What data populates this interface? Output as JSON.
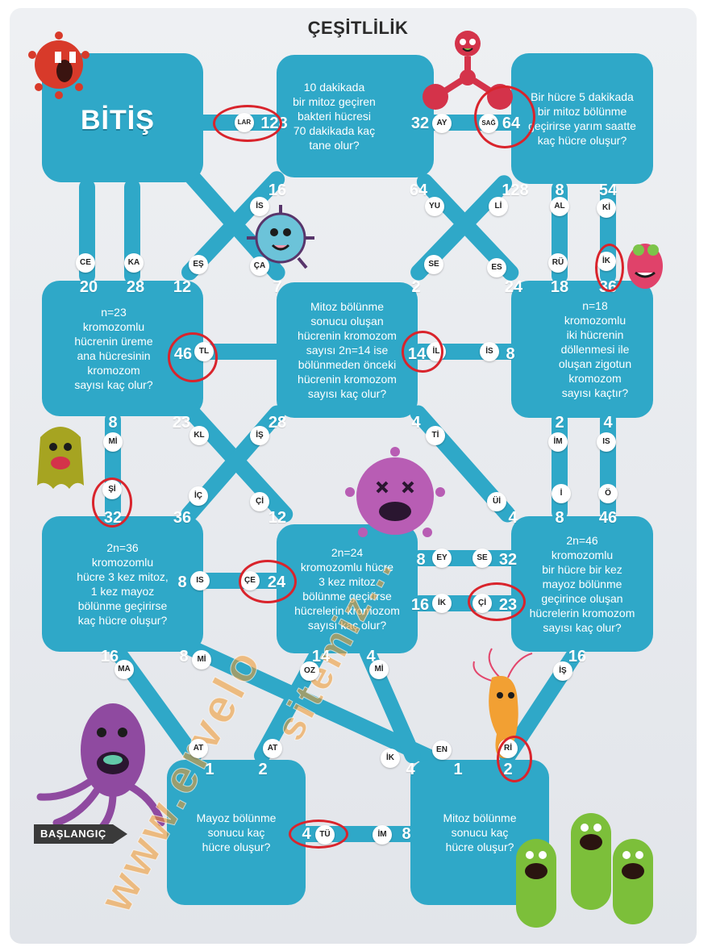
{
  "title": "ÇEŞİTLİLİK",
  "finish_label": "BİTİŞ",
  "start_label": "BAŞLANGIÇ",
  "watermarks": [
    "www.ervelo",
    "sitemiz..."
  ],
  "colors": {
    "path": "#2fa8c8",
    "ring": "#d9242c",
    "start": "#3a3a3a",
    "watermark": "#f39628"
  },
  "questions": {
    "q_top_center": "10 dakikada\nbir mitoz geçiren\nbakteri hücresi\n70 dakikada kaç\ntane olur?",
    "q_top_right": "Bir hücre 5 dakikada\nbir mitoz bölünme\ngeçirirse yarım saatte\nkaç hücre oluşur?",
    "q_mid_left": "n=23\nkromozomlu\nhücrenin üreme\nana hücresinin\nkromozom\nsayısı kaç olur?",
    "q_mid_center": "Mitoz bölünme\nsonucu oluşan\nhücrenin kromozom\nsayısı 2n=14 ise\nbölünmeden önceki\nhücrenin kromozom\nsayısı kaç olur?",
    "q_mid_right": "n=18\nkromozomlu\niki hücrenin\ndöllenmesi ile\noluşan zigotun\nkromozom\nsayısı kaçtır?",
    "q_low_left": "2n=36\nkromozomlu\nhücre 3 kez mitoz,\n1 kez mayoz\nbölünme geçirirse\nkaç hücre oluşur?",
    "q_low_center": "2n=24\nkromozomlu hücre\n3 kez mitoz\nbölünme geçirirse\nhücrelerin kromozom\nsayısı kaç olur?",
    "q_low_right": "2n=46\nkromozomlu\nbir hücre bir kez\nmayoz bölünme\ngeçirince oluşan\nhücrelerin kromozom\nsayısı kaç olur?",
    "q_bottom_left": "Mayoz bölünme\nsonucu kaç\nhücre oluşur?",
    "q_bottom_right": "Mitoz bölünme\nsonucu kaç\nhücre oluşur?"
  },
  "nodes": [
    {
      "num": "128",
      "syl": "LAR",
      "circled": true
    },
    {
      "num": "32",
      "syl": "AY",
      "circled": false
    },
    {
      "num": "64",
      "syl": "SAĞ",
      "circled": true
    },
    {
      "num": "16",
      "syl": "İS",
      "circled": false
    },
    {
      "num": "64",
      "syl": "YU",
      "circled": false
    },
    {
      "num": "128",
      "syl": "Lİ",
      "circled": false
    },
    {
      "num": "8",
      "syl": "AL",
      "circled": false
    },
    {
      "num": "54",
      "syl": "Kİ",
      "circled": false
    },
    {
      "num": "20",
      "syl": "CE",
      "circled": false
    },
    {
      "num": "28",
      "syl": "KA",
      "circled": false
    },
    {
      "num": "12",
      "syl": "EŞ",
      "circled": false
    },
    {
      "num": "7",
      "syl": "ÇA",
      "circled": false
    },
    {
      "num": "2",
      "syl": "SE",
      "circled": false
    },
    {
      "num": "24",
      "syl": "ES",
      "circled": false
    },
    {
      "num": "18",
      "syl": "RÜ",
      "circled": false
    },
    {
      "num": "36",
      "syl": "İK",
      "circled": true
    },
    {
      "num": "46",
      "syl": "TL",
      "circled": true
    },
    {
      "num": "14",
      "syl": "İL",
      "circled": true
    },
    {
      "num": "8",
      "syl": "İS",
      "circled": false
    },
    {
      "num": "8",
      "syl": "Mİ",
      "circled": false
    },
    {
      "num": "23",
      "syl": "KL",
      "circled": false
    },
    {
      "num": "28",
      "syl": "İŞ",
      "circled": false
    },
    {
      "num": "4",
      "syl": "Tİ",
      "circled": false
    },
    {
      "num": "2",
      "syl": "İM",
      "circled": false
    },
    {
      "num": "4",
      "syl": "IS",
      "circled": false
    },
    {
      "num": "32",
      "syl": "Şİ",
      "circled": true
    },
    {
      "num": "36",
      "syl": "İÇ",
      "circled": false
    },
    {
      "num": "12",
      "syl": "Çİ",
      "circled": false
    },
    {
      "num": "4",
      "syl": "Üİ",
      "circled": false
    },
    {
      "num": "8",
      "syl": "İ",
      "circled": false
    },
    {
      "num": "46",
      "syl": "Ö",
      "circled": false
    },
    {
      "num": "8",
      "syl": "IS",
      "circled": false
    },
    {
      "num": "24",
      "syl": "ÇE",
      "circled": true
    },
    {
      "num": "8",
      "syl": "EY",
      "circled": false
    },
    {
      "num": "32",
      "syl": "SE",
      "circled": false
    },
    {
      "num": "16",
      "syl": "İK",
      "circled": false
    },
    {
      "num": "23",
      "syl": "Çİ",
      "circled": true
    },
    {
      "num": "16",
      "syl": "MA",
      "circled": false
    },
    {
      "num": "8",
      "syl": "Mİ",
      "circled": false
    },
    {
      "num": "14",
      "syl": "OZ",
      "circled": false
    },
    {
      "num": "4",
      "syl": "Mİ",
      "circled": false
    },
    {
      "num": "16",
      "syl": "İŞ",
      "circled": false
    },
    {
      "num": "1",
      "syl": "AT",
      "circled": false
    },
    {
      "num": "2",
      "syl": "AT",
      "circled": false
    },
    {
      "num": "4",
      "syl": "İK",
      "circled": false
    },
    {
      "num": "1",
      "syl": "EN",
      "circled": false
    },
    {
      "num": "2",
      "syl": "Rİ",
      "circled": true
    },
    {
      "num": "4",
      "syl": "TÜ",
      "circled": true
    },
    {
      "num": "8",
      "syl": "İM",
      "circled": false
    }
  ]
}
